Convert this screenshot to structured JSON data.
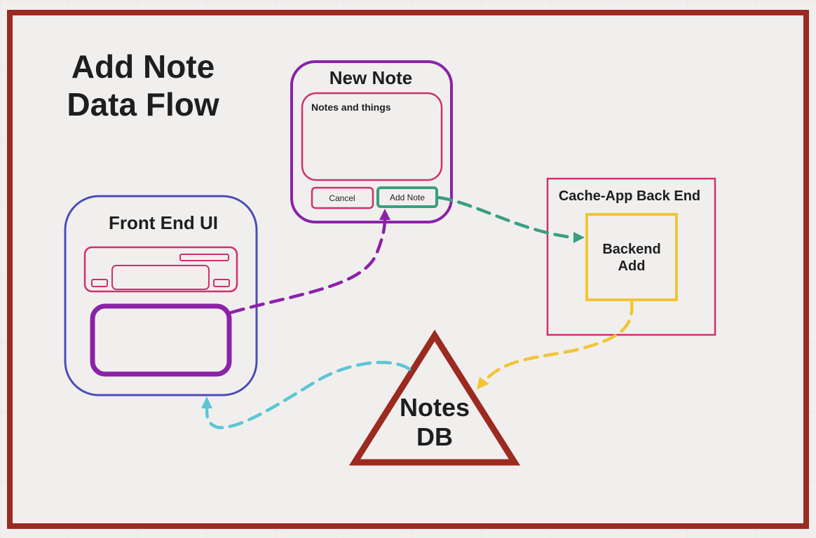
{
  "title": {
    "line1": "Add Note",
    "line2": "Data Flow"
  },
  "new_note": {
    "title": "New Note",
    "textarea_text": "Notes and things",
    "cancel_label": "Cancel",
    "add_label": "Add Note"
  },
  "front_end": {
    "title": "Front End UI"
  },
  "back_end": {
    "title": "Cache-App Back End",
    "inner_line1": "Backend",
    "inner_line2": "Add"
  },
  "db": {
    "line1": "Notes",
    "line2": "DB"
  },
  "colors": {
    "background": "#f1efee",
    "frame": "#9b2a20",
    "purple": "#8c22a8",
    "pink": "#d22e6e",
    "blue": "#4a4db8",
    "teal": "#3a9e82",
    "yellow": "#f2c534",
    "cyan": "#5cc6d4",
    "text": "#1e1e1e"
  }
}
